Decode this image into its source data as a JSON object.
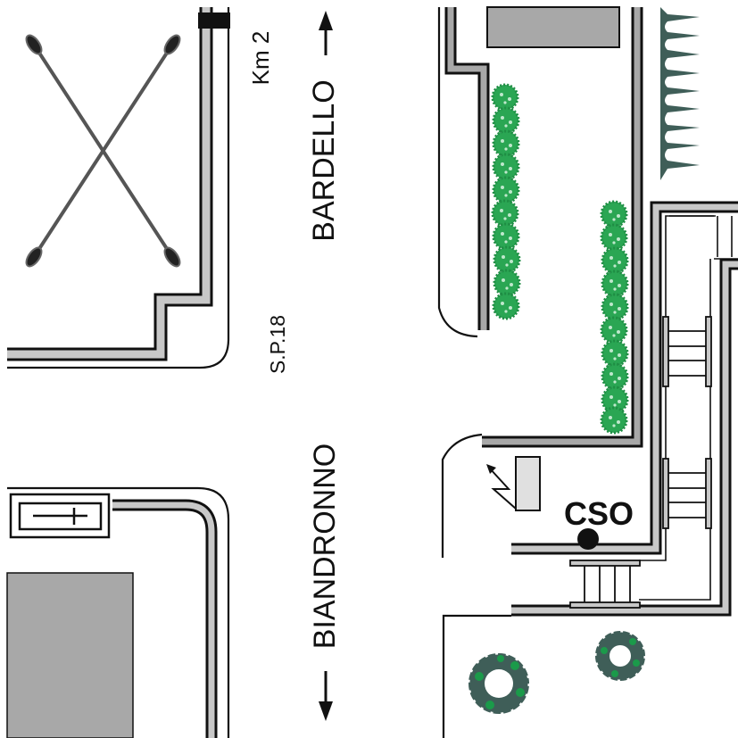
{
  "map": {
    "labels": {
      "north_destination": "BARDELLO",
      "south_destination": "BIANDRONNO",
      "kilometer_marker": "Km 2",
      "road_name": "S.P.18",
      "site_marker": "CSO"
    },
    "colors": {
      "wall_fill": "#c8c8c8",
      "outline": "#111111",
      "building_fill": "#a8a8a8",
      "hedge_green": "#2aa653",
      "tree_dark": "#3f5e58",
      "tree_accent": "#1b9a4a",
      "cabinet_fill": "#e0e0e0"
    },
    "icons": {
      "helipad": "crossed-lines-icon",
      "north_arrow": "arrow-up-icon",
      "south_arrow": "arrow-down-icon",
      "electrical_cabinet": "lightning-box-icon",
      "site_point": "filled-circle-icon"
    }
  }
}
